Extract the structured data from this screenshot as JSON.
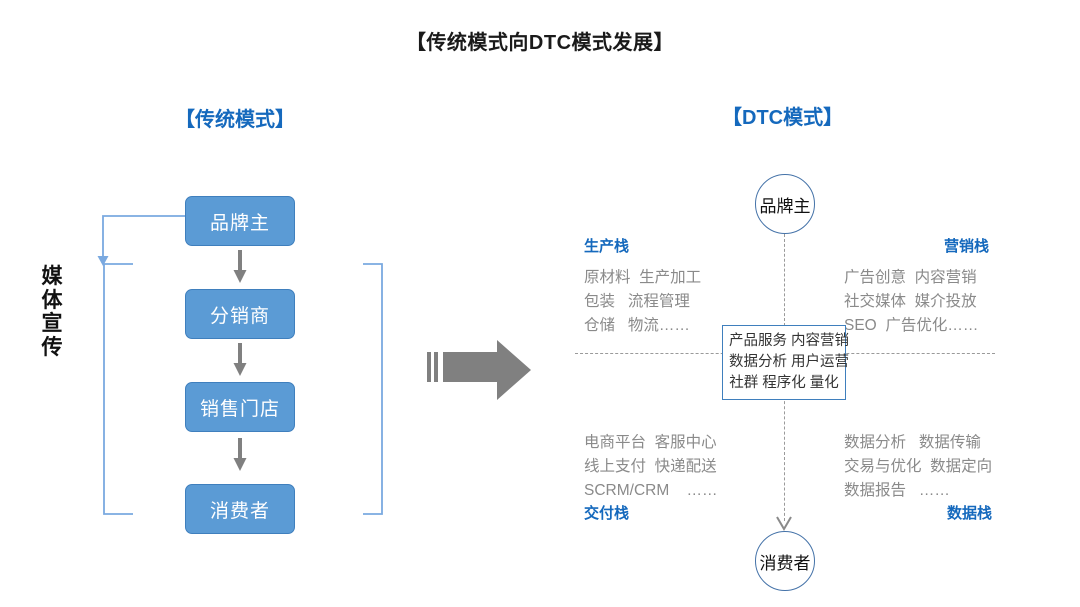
{
  "title": "【传统模式向DTC模式发展】",
  "sections": {
    "traditional": {
      "heading": "【传统模式】",
      "side_label": "媒体宣传",
      "flow": [
        {
          "label": "品牌主"
        },
        {
          "label": "分销商"
        },
        {
          "label": "销售门店"
        },
        {
          "label": "消费者"
        }
      ]
    },
    "dtc": {
      "heading": "【DTC模式】",
      "brand_node": "品牌主",
      "consumer_node": "消费者",
      "center_box": "产品服务 内容营销\n数据分析 用户运营\n社群 程序化 量化",
      "stacks": [
        {
          "key": "production",
          "label": "生产栈",
          "items": "原材料  生产加工\n包装   流程管理\n仓储   物流……"
        },
        {
          "key": "marketing",
          "label": "营销栈",
          "items": "广告创意  内容营销\n社交媒体  媒介投放\nSEO  广告优化……"
        },
        {
          "key": "delivery",
          "label": "交付栈",
          "items": "电商平台  客服中心\n线上支付  快递配送\nSCRM/CRM    ……"
        },
        {
          "key": "data",
          "label": "数据栈",
          "items": "数据分析   数据传输\n交易与优化  数据定向\n数据报告   ……"
        }
      ]
    }
  },
  "colors": {
    "accent_blue": "#1569bd",
    "box_fill": "#5b9bd5",
    "box_border": "#3f7fbd",
    "light_blue_line": "#7aa9e0",
    "gray_arrow": "#808080",
    "gray_text": "#8a8a8a",
    "dashed_line": "#9a9a9a",
    "circle_border": "#4472a8"
  },
  "icons": {
    "transition_arrow": "right-arrow-icon",
    "flow_arrow": "down-arrow-icon"
  }
}
